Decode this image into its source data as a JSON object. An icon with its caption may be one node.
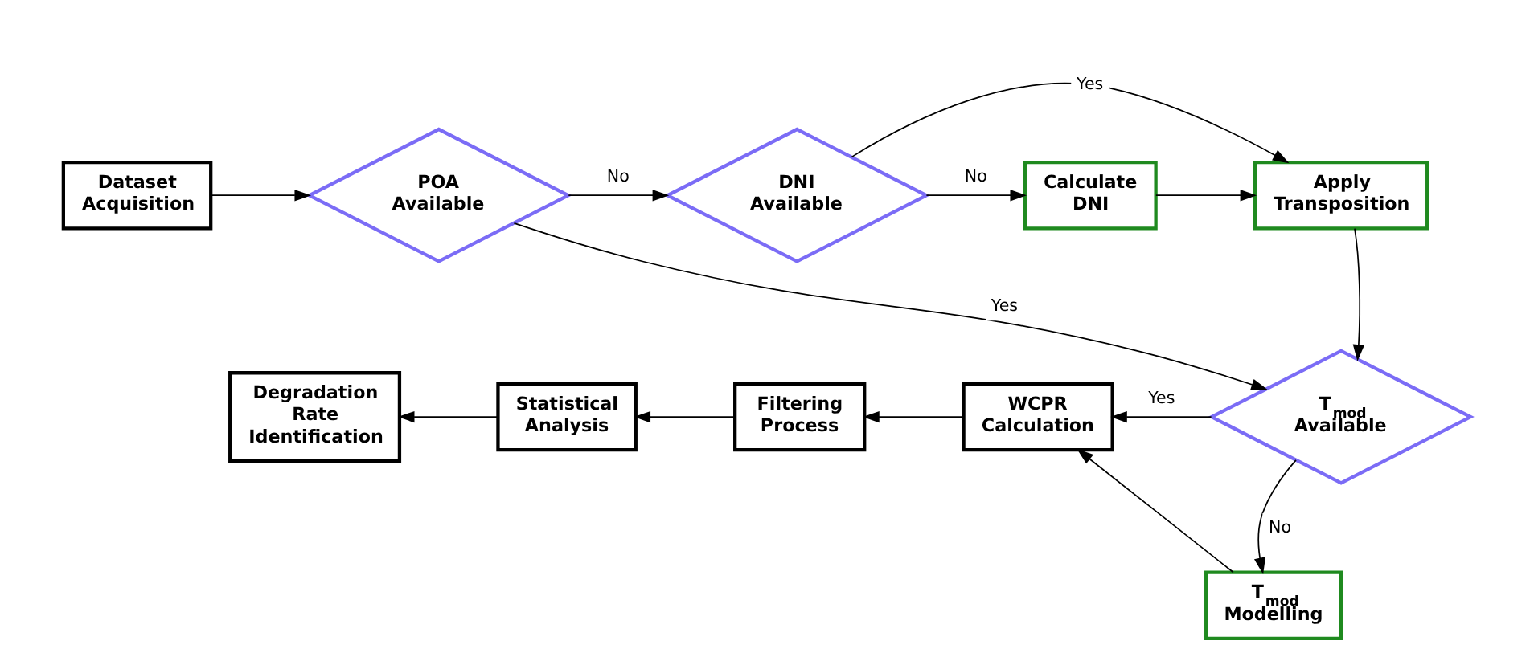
{
  "diagram": {
    "nodes": [
      {
        "text": [
          "Dataset Acquisition"
        ]
      },
      {
        "text": [
          "POA Available"
        ]
      },
      {
        "text": [
          "DNI Available"
        ]
      },
      {
        "text": [
          "Calculate DNI"
        ]
      },
      {
        "text": [
          "Apply Transposition"
        ]
      },
      {
        "text": [
          "T$_{mod}$ Available"
        ]
      },
      {
        "text": [
          "WCPR Calculation"
        ]
      },
      {
        "text": [
          "Filtering Process"
        ]
      },
      {
        "text": [
          "Statistical Analysis"
        ]
      },
      {
        "text": [
          "Degradation Rate Identification"
        ]
      },
      {
        "text": [
          "T$_{mod}$ Modelling"
        ]
      }
    ],
    "edges": [
      {
        "from": 0,
        "to": 1,
        "arrow": "to"
      },
      {
        "from": 1,
        "to": 2,
        "arrow": "to",
        "label": "No"
      },
      {
        "from": 2,
        "to": 3,
        "arrow": "to",
        "label": "No"
      },
      {
        "from": 2,
        "to": 4,
        "arrow": "to",
        "label": "Yes"
      },
      {
        "from": 3,
        "to": 4,
        "arrow": "to"
      },
      {
        "from": 1,
        "to": 5,
        "arrow": "to",
        "label": "Yes"
      },
      {
        "from": 4,
        "to": 5,
        "arrow": "to"
      },
      {
        "from": 5,
        "to": 6,
        "arrow": "to",
        "label": "Yes"
      },
      {
        "from": 5,
        "to": 10,
        "arrow": "to",
        "label": "No"
      },
      {
        "from": 10,
        "to": 6,
        "arrow": "to"
      },
      {
        "from": 6,
        "to": 7,
        "arrow": "to"
      },
      {
        "from": 7,
        "to": 8,
        "arrow": "to"
      },
      {
        "from": 8,
        "to": 9,
        "arrow": "to"
      }
    ]
  }
}
